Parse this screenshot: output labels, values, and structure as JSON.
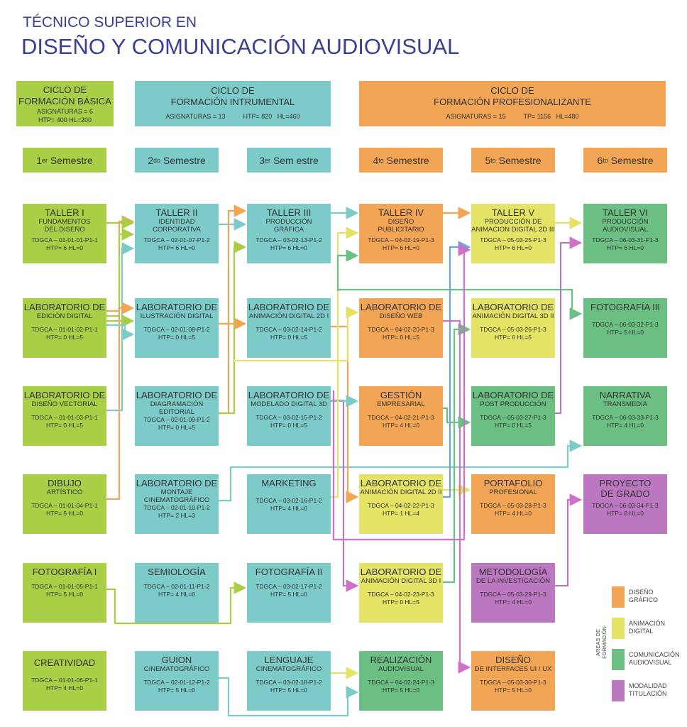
{
  "title": {
    "line1": "TÉCNICO SUPERIOR EN",
    "line2": "DISEÑO Y COMUNICACIÓN AUDIOVISUAL"
  },
  "cycles": [
    {
      "name1": "CICLO DE",
      "name2": "FORMACIÓN BÁSICA",
      "stat1": "ASIGNATURAS = 6",
      "stat2": "HTP= 400   HL=200"
    },
    {
      "name1": "CICLO DE",
      "name2": "FORMACIÓN INTRUMENTAL",
      "stat1": "ASIGNATURAS = 13          HTP= 820   HL=460"
    },
    {
      "name1": "CICLO DE",
      "name2": "FORMACIÓN PROFESIONALIZANTE",
      "stat1": "ASIGNATURAS = 15          TP= 1156   HL=480"
    }
  ],
  "semesters": [
    {
      "num": "1",
      "sup": "er",
      "label": "Semestre"
    },
    {
      "num": "2",
      "sup": "do",
      "label": "Semestre"
    },
    {
      "num": "3",
      "sup": "er",
      "label": "Sem estre"
    },
    {
      "num": "4",
      "sup": "to",
      "label": "Semestre"
    },
    {
      "num": "5",
      "sup": "to",
      "label": "Semestre"
    },
    {
      "num": "6",
      "sup": "to",
      "label": "Semestre"
    }
  ],
  "courses": [
    {
      "t1": "TALLER I",
      "t2": "FUNDAMENTOS",
      "t3": "DEL DISEÑO",
      "code": "TDGCA – 01-01-01-P1-1",
      "hrs": "HTP= 6    HL=0"
    },
    {
      "t1": "LABORATORIO DE",
      "t2": "EDICIÓN DIGITAL",
      "t3": "",
      "code": "TDGCA – 01-01-02-P1-1",
      "hrs": "HTP= 0    HL=5"
    },
    {
      "t1": "LABORATORIO DE",
      "t2": "DISEÑO VECTORIAL",
      "t3": "",
      "code": "TDGCA – 01-01-03-P1-1",
      "hrs": "HTP= 0    HL=5"
    },
    {
      "t1": "DIBUJO",
      "t2": "ARTÍSTICO",
      "t3": "",
      "code": "TDGCA – 01-01-04-P1-1",
      "hrs": "HTP= 5    HL=0"
    },
    {
      "t1": "FOTOGRAFÍA I",
      "t2": "",
      "t3": "",
      "code": "TDGCA – 01-01-05-P1-1",
      "hrs": "HTP= 5    HL=0"
    },
    {
      "t1": "CREATIVIDAD",
      "t2": "",
      "t3": "",
      "code": "TDGCA – 01-01-06-P1-1",
      "hrs": "HTP= 4    HL=0"
    },
    {
      "t1": "TALLER II",
      "t2": "IDENTIDAD",
      "t3": "CORPORATIVA",
      "code": "TDGCA – 02-01-07-P1-2",
      "hrs": "HTP= 6    HL=0"
    },
    {
      "t1": "LABORATORIO DE",
      "t2": "ILUSTRACIÓN DIGITAL",
      "t3": "",
      "code": "TDGCA – 02-01-08-P1-2",
      "hrs": "HTP= 0    HL=5"
    },
    {
      "t1": "LABORATORIO DE",
      "t2": "DIAGRAMACIÓN",
      "t3": "EDITORIAL",
      "code": "TDGCA – 02-01-09-P1-2",
      "hrs": "HTP= 0    HL=5"
    },
    {
      "t1": "LABORATORIO DE",
      "t2": "MONTAJE",
      "t3": "CINEMATOGRÁFICO",
      "code": "TDGCA – 02-01-10-P1-2",
      "hrs": "HTP= 2    HL=3"
    },
    {
      "t1": "SEMIOLOGÍA",
      "t2": "",
      "t3": "",
      "code": "TDGCA – 02-01-11-P1-2",
      "hrs": "HTP= 4    HL=0"
    },
    {
      "t1": "GUION",
      "t2": "CINEMATOGRÁFICO",
      "t3": "",
      "code": "TDGCA – 02-01-12-P1-2",
      "hrs": "HTP= 5    HL=0"
    },
    {
      "t1": "TALLER III",
      "t2": "PRODUCCIÓN",
      "t3": "GRÁFICA",
      "code": "TDGCA – 03-02-13-P1-2",
      "hrs": "HTP= 6    HL=0"
    },
    {
      "t1": "LABORATORIO DE",
      "t2": "ANIMACIÓN DIGITAL 2D I",
      "t3": "",
      "code": "TDGCA – 03-02-14-P1-2",
      "hrs": "HTP= 0    HL=5"
    },
    {
      "t1": "LABORATORIO DE",
      "t2": "MODELADO DIGITAL 3D",
      "t3": "",
      "code": "TDGCA – 03-02-15-P1-2",
      "hrs": "HTP= 0    HL=5"
    },
    {
      "t1": "MARKETING",
      "t2": "",
      "t3": "",
      "code": "TDGCA – 03-02-16-P1-2",
      "hrs": "HTP= 4    HL=0"
    },
    {
      "t1": "FOTOGRAFÍA II",
      "t2": "",
      "t3": "",
      "code": "TDGCA – 03-02-17-P1-2",
      "hrs": "HTP= 5    HL=0"
    },
    {
      "t1": "LENGUAJE",
      "t2": "CINEMATOGRÁFICO",
      "t3": "",
      "code": "TDGCA – 03-02-18-P1-2",
      "hrs": "HTP= 5    HL=0"
    },
    {
      "t1": "TALLER IV",
      "t2": "DISEÑO",
      "t3": "PUBLICITARIO",
      "code": "TDGCA – 04-02-19-P1-3",
      "hrs": "HTP= 6    HL=0"
    },
    {
      "t1": "LABORATORIO DE",
      "t2": "DISEÑO WEB",
      "t3": "",
      "code": "TDGCA – 04-02-20-P1-3",
      "hrs": "HTP= 0    HL=5"
    },
    {
      "t1": "GESTIÓN",
      "t2": "EMPRESARIAL",
      "t3": "",
      "code": "TDGCA – 04-02-21-P1-3",
      "hrs": "HTP= 4    HL=0"
    },
    {
      "t1": "LABORATORIO DE",
      "t2": "ANIMACIÓN DIGITAL 2D II",
      "t3": "",
      "code": "TDGCA – 04-02-22-P1-3",
      "hrs": "HTP= 1    HL=4"
    },
    {
      "t1": "LABORATORIO DE",
      "t2": "ANIMACIÓN DIGITAL 3D I",
      "t3": "",
      "code": "TDGCA – 04-02-23-P1-3",
      "hrs": "HTP= 0    HL=5"
    },
    {
      "t1": "REALIZACIÓN",
      "t2": "AUDIOVISUAL",
      "t3": "",
      "code": "TDGCA – 04-02-24-P1-3",
      "hrs": "HTP= 5    HL=0"
    },
    {
      "t1": "TALLER V",
      "t2": "PRODUCCIÓN DE",
      "t3": "ANIMACION DIGITAL 2D III",
      "code": "TDGCA – 05-03-25-P1-3",
      "hrs": "HTP= 6    HL=0"
    },
    {
      "t1": "LABORATORIO DE",
      "t2": "ANIMACIÓN DIGITAL 3D II",
      "t3": "",
      "code": "TDGCA – 05-03-26-P1-3",
      "hrs": "HTP= 0    HL=5"
    },
    {
      "t1": "LABORATORIO DE",
      "t2": "POST PRODUCCIÓN",
      "t3": "",
      "code": "TDGCA – 05-03-27-P1-3",
      "hrs": "HTP= 0    HL=5"
    },
    {
      "t1": "PORTAFOLIO",
      "t2": "PROFESIONAL",
      "t3": "",
      "code": "TDGCA – 05-03-28-P1-3",
      "hrs": "HTP= 4    HL=0"
    },
    {
      "t1": "METODOLOGÍA",
      "t2": "DE LA INVESTIGACIÓN",
      "t3": "",
      "code": "TDGCA – 05-03-29-P1-3",
      "hrs": "HTP= 4    HL=0"
    },
    {
      "t1": "DISEÑO",
      "t2": "DE INTERFACES UI / UX",
      "t3": "",
      "code": "TDGCA – 05-03-30-P1-3",
      "hrs": "HTP= 5    HL=0"
    },
    {
      "t1": "TALLER VI",
      "t2": "PRODUCCIÓN",
      "t3": "AUDIOVISUAL",
      "code": "TDGCA – 06-03-31-P1-3",
      "hrs": "HTP= 6    HL=0"
    },
    {
      "t1": "FOTOGRAFÍA III",
      "t2": "",
      "t3": "",
      "code": "TDGCA – 06-03-32-P1-3",
      "hrs": "HTP= 5    HL=0"
    },
    {
      "t1": "NARRATIVA",
      "t2": "TRANSMEDIA",
      "t3": "",
      "code": "TDGCA – 06-03-33-P1-3",
      "hrs": "HTP= 4    HL=0"
    },
    {
      "t1": "PROYECTO",
      "t2": "DE GRADO",
      "t3": "",
      "code": "TDGCA – 06-03-34-P1-3",
      "hrs": "HTP= 8    HL=0"
    }
  ],
  "legend": {
    "title": "AREAS DE FORMACIÓN",
    "items": [
      {
        "label1": "DISEÑO",
        "label2": "GRÁFICO",
        "color": "#f2a555"
      },
      {
        "label1": "ANIMACIÓN",
        "label2": "DIGITAL",
        "color": "#e5e365"
      },
      {
        "label1": "COMUNICACIÓN",
        "label2": "AUDIOVISUAL",
        "color": "#6cbf82"
      },
      {
        "label1": "MODALIDAD",
        "label2": "TITULACIÓN",
        "color": "#bb77c0"
      }
    ]
  },
  "colors": {
    "basic": "#a8cf45",
    "instrumental": "#7dcbc9",
    "professional": "#f2a555",
    "title": "#3a3f93"
  }
}
